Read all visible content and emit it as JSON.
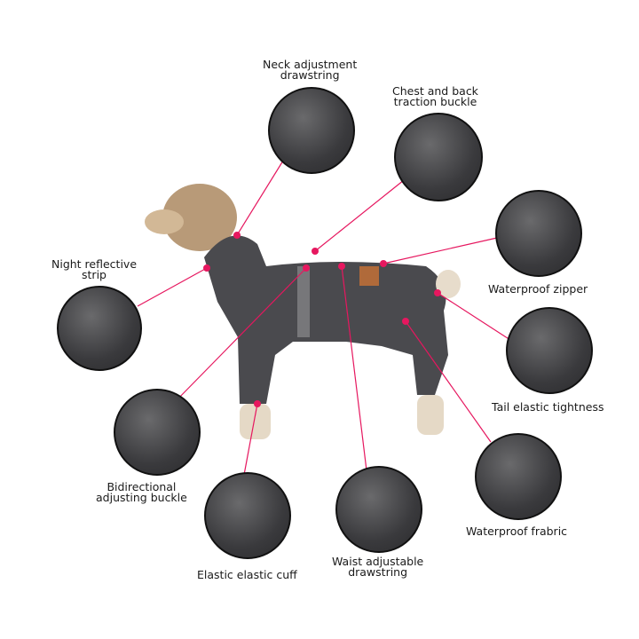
{
  "accent_color": "#e6175f",
  "features": [
    {
      "id": "neck",
      "label_line1": "Neck adjustment",
      "label_line2": "drawstring"
    },
    {
      "id": "chest",
      "label_line1": "Chest and back",
      "label_line2": "traction buckle"
    },
    {
      "id": "reflective",
      "label_line1": "Night reflective",
      "label_line2": "strip"
    },
    {
      "id": "zipper",
      "label_line1": "Waterproof zipper"
    },
    {
      "id": "tail",
      "label_line1": "Tail elastic tightness"
    },
    {
      "id": "buckle",
      "label_line1": "Bidirectional",
      "label_line2": "adjusting buckle"
    },
    {
      "id": "cuff",
      "label_line1": "Elastic elastic cuff"
    },
    {
      "id": "waist",
      "label_line1": "Waist adjustable",
      "label_line2": "drawstring"
    },
    {
      "id": "fabric",
      "label_line1": "Waterproof frabric"
    }
  ]
}
